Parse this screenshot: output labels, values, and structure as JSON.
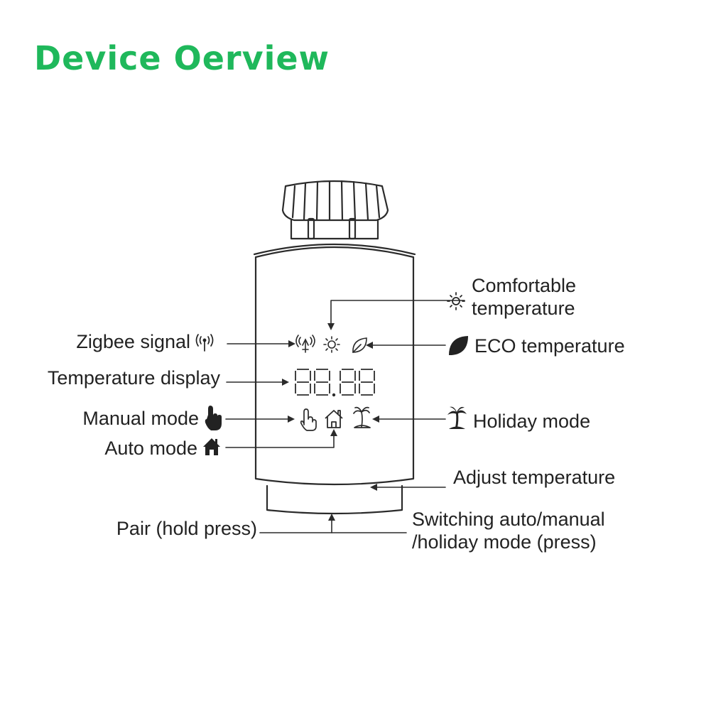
{
  "title": "Device Oerview",
  "colors": {
    "title": "#1fb85b",
    "outline": "#2b2b2b",
    "text": "#222222",
    "background": "#ffffff"
  },
  "lcd": {
    "digits": "88.88"
  },
  "labels": {
    "comfortable_line1": "Comfortable",
    "comfortable_line2": "temperature",
    "zigbee_signal": "Zigbee signal",
    "eco_temperature": "ECO temperature",
    "temperature_display": "Temperature display",
    "manual_mode": "Manual mode",
    "holiday_mode": "Holiday mode",
    "auto_mode": "Auto mode",
    "adjust_temperature": "Adjust temperature",
    "pair": "Pair (hold press)",
    "switching_line1": "Switching auto/manual",
    "switching_line2": "/holiday mode (press)"
  },
  "icons": {
    "zigbee": "antenna-signal-icon",
    "sun": "sun-icon",
    "eco": "leaf-icon",
    "manual": "hand-pointer-icon",
    "auto": "house-icon",
    "holiday": "palm-tree-icon"
  }
}
